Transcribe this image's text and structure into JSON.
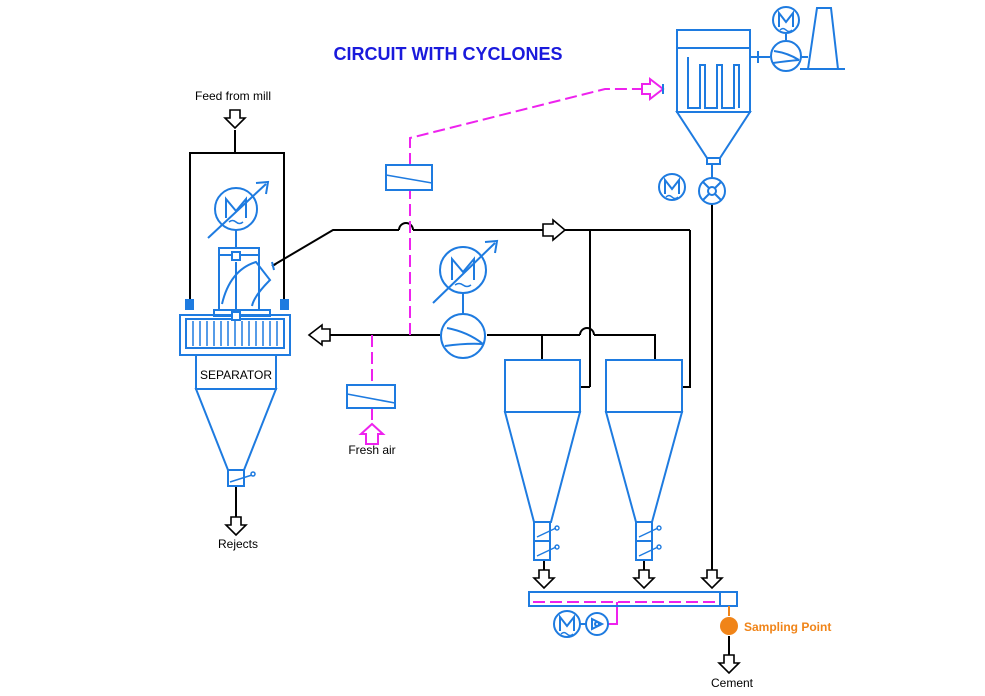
{
  "title": "CIRCUIT WITH CYCLONES",
  "labels": {
    "feed": "Feed from mill",
    "separator": "SEPARATOR",
    "fresh_air": "Fresh air",
    "rejects": "Rejects",
    "sampling_point": "Sampling Point",
    "cement": "Cement"
  },
  "colors": {
    "title": "#1a1adc",
    "equipment": "#1e7be0",
    "line": "#000000",
    "air": "#ee22ee",
    "sampling": "#f08418"
  }
}
